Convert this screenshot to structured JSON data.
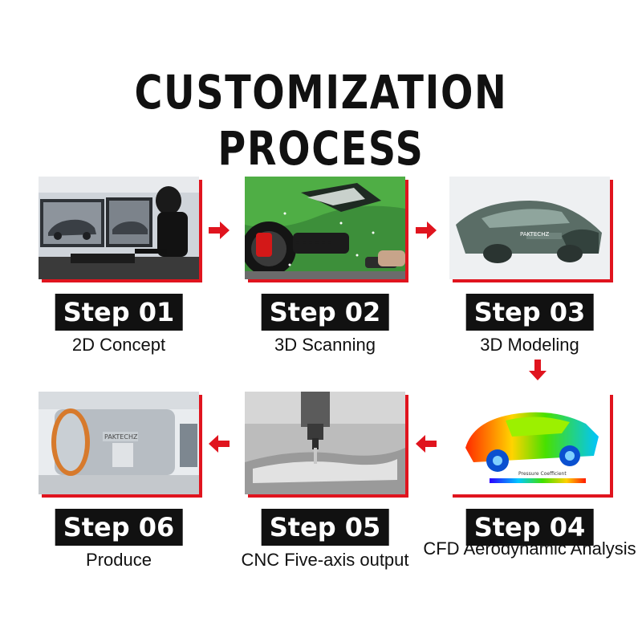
{
  "title": "CUSTOMIZATION PROCESS",
  "steps": [
    {
      "label": "Step 01",
      "name": "2D Concept"
    },
    {
      "label": "Step 02",
      "name": "3D Scanning"
    },
    {
      "label": "Step 03",
      "name": "3D Modeling"
    },
    {
      "label": "Step 04",
      "name": "CFD Aerodynamic Analysis"
    },
    {
      "label": "Step 05",
      "name": "CNC Five-axis output"
    },
    {
      "label": "Step 06",
      "name": "Produce"
    }
  ],
  "brand_text": "PAKTECHZ",
  "cfd_legend_title": "Pressure Coefficient",
  "colors": {
    "accent": "#e0141e",
    "label_bg": "#111111",
    "text": "#111111"
  }
}
